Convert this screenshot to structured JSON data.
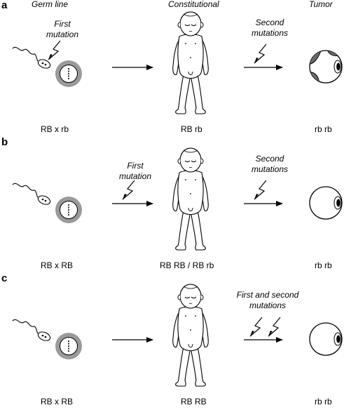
{
  "headers": {
    "germ_line": "Germ line",
    "constitutional": "Constitutional",
    "tumor": "Tumor"
  },
  "panels": [
    {
      "letter": "a",
      "germ_mutation": "First\nmutation",
      "middle_mutation": "",
      "right_mutation": "Second\nmutations",
      "germ_genotype": "RB x rb",
      "const_genotype": "RB rb",
      "tumor_genotype": "rb rb",
      "bolts_right": 1
    },
    {
      "letter": "b",
      "germ_mutation": "",
      "middle_mutation": "First\nmutation",
      "right_mutation": "Second\nmutations",
      "germ_genotype": "RB x RB",
      "const_genotype": "RB RB / RB rb",
      "tumor_genotype": "rb rb",
      "bolts_right": 1
    },
    {
      "letter": "c",
      "germ_mutation": "",
      "middle_mutation": "",
      "right_mutation": "First and second\nmutations",
      "germ_genotype": "RB x RB",
      "const_genotype": "RB RB",
      "tumor_genotype": "rb rb",
      "bolts_right": 2
    }
  ],
  "colors": {
    "ink": "#000000",
    "ring": "#9a9a9a",
    "tumor_patch": "#6a6a6a",
    "skin": "#ffffff"
  }
}
